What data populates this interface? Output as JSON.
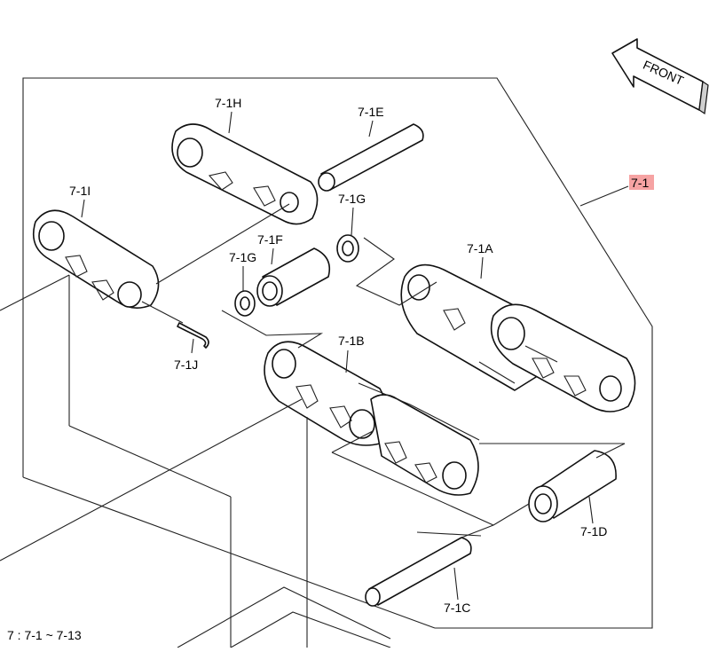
{
  "front_label": "FRONT",
  "highlight_color": "#f6a3a3",
  "assembly_label": "7-1",
  "parts": {
    "a": "7-1A",
    "b": "7-1B",
    "c": "7-1C",
    "d": "7-1D",
    "e": "7-1E",
    "f": "7-1F",
    "g1": "7-1G",
    "g2": "7-1G",
    "h": "7-1H",
    "i": "7-1I",
    "j": "7-1J"
  },
  "footnote": "7 : 7-1 ~ 7-13"
}
